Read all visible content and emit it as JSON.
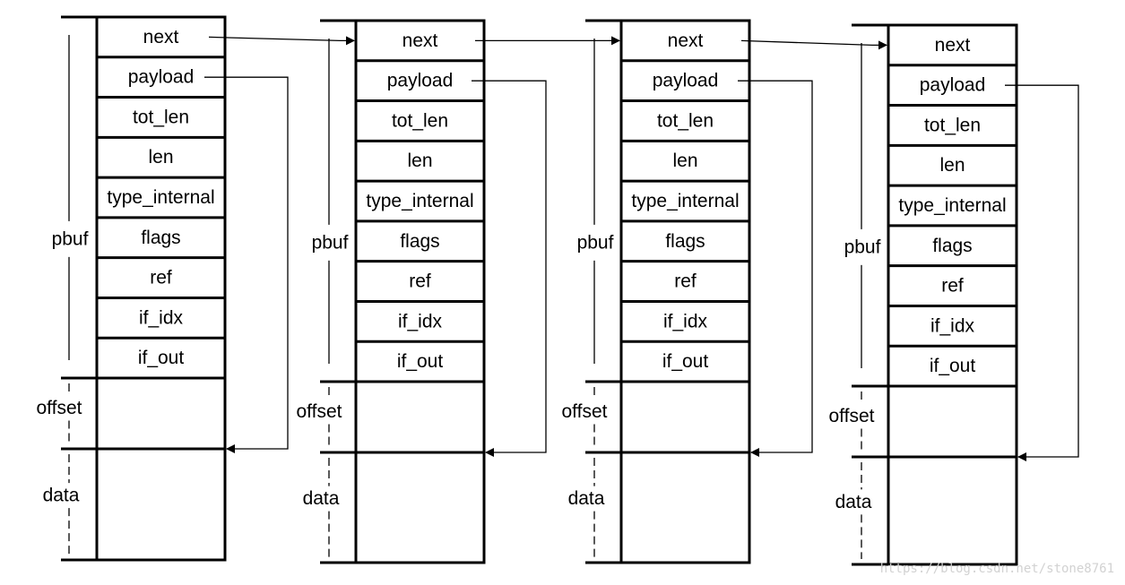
{
  "fields": [
    "next",
    "payload",
    "tot_len",
    "len",
    "type_internal",
    "flags",
    "ref",
    "if_idx",
    "if_out"
  ],
  "side_labels": {
    "header": "pbuf",
    "offset": "offset",
    "data": "data"
  },
  "buffer_count": 4,
  "watermark": "https://blog.csdn.net/stone8761",
  "colors": {
    "line": "#000000",
    "background": "#ffffff",
    "watermark": "#d2d2d2"
  }
}
